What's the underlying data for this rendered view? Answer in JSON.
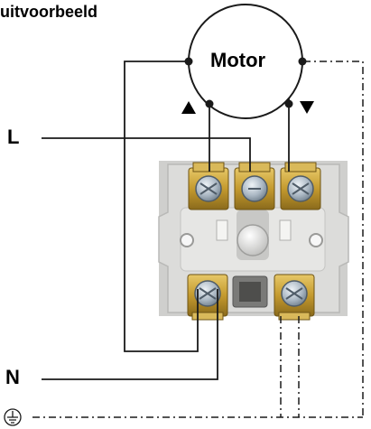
{
  "title": "uitvoorbeeld",
  "motor_label": "Motor",
  "terminals": {
    "line": "L",
    "neutral": "N",
    "earth_icon": "protective-earth-icon"
  },
  "direction_icons": [
    "up-arrow-icon",
    "down-arrow-icon"
  ],
  "colors": {
    "wire": "#1a1a1a",
    "switch_body": "#d8d8d6",
    "terminal_brass": "#c9a640",
    "screw": "#9fb0bf"
  }
}
